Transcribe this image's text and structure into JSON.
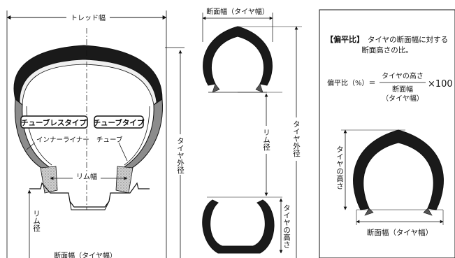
{
  "left_diagram": {
    "tread_width": "トレッド幅",
    "tubeless_type": "チューブレスタイプ",
    "tube_type": "チューブタイプ",
    "inner_liner": "インナーライナー",
    "tube": "チューブ",
    "rim_width": "リム幅",
    "rim_diameter": "リム径",
    "tire_outer_diameter": "タイヤ外径",
    "section_width": "断面幅（タイヤ幅）"
  },
  "middle_diagram": {
    "section_width": "断面幅（タイヤ幅）",
    "rim_diameter": "リム径",
    "tire_outer_diameter": "タイヤ外径",
    "tire_height": "タイヤの高さ"
  },
  "right_panel": {
    "definition_term": "【偏平比】",
    "definition_line1": "タイヤの断面幅に対する",
    "definition_line2": "断面高さの比。",
    "formula_lhs": "偏平比（%）＝",
    "numerator": "タイヤの高さ",
    "denominator_line1": "断面幅",
    "denominator_line2": "（タイヤ幅）",
    "multiplier": "×100",
    "height_label": "タイヤの高さ",
    "width_label": "断面幅（タイヤ幅）"
  }
}
